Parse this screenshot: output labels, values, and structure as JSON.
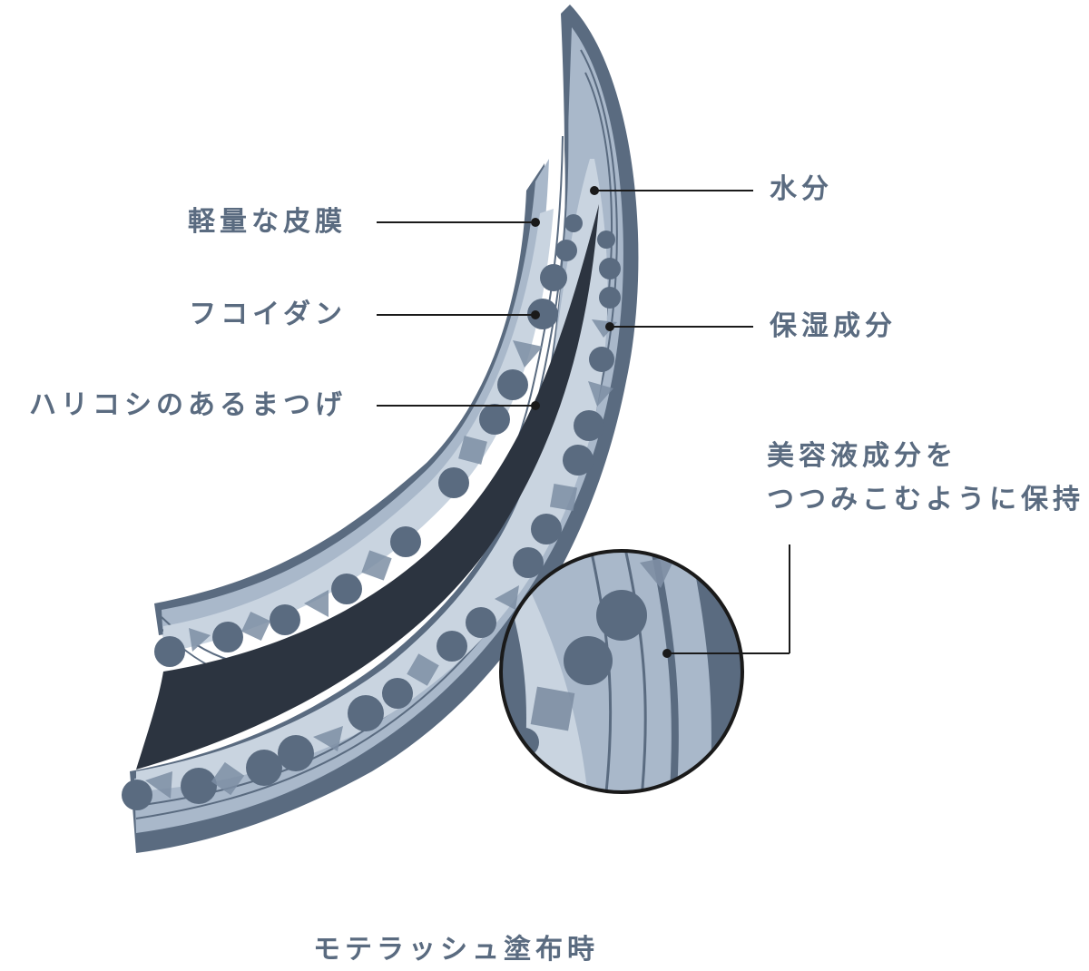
{
  "labels": {
    "coating": "軽量な皮膜",
    "fucoidan": "フコイダン",
    "eyelash": "ハリコシのあるまつげ",
    "water": "水分",
    "moisturizer": "保湿成分",
    "serum_line1": "美容液成分を",
    "serum_line2": "つつみこむように保持",
    "caption": "モテラッシュ塗布時"
  },
  "colors": {
    "outer_band": "#5a6b80",
    "light_band": "#a9b8ca",
    "pale_band": "#c9d4e0",
    "lash_core": "#2c3440",
    "particle": "#5a6b80",
    "label_text": "#5a6b80",
    "leader_line": "#1a1a1a"
  }
}
